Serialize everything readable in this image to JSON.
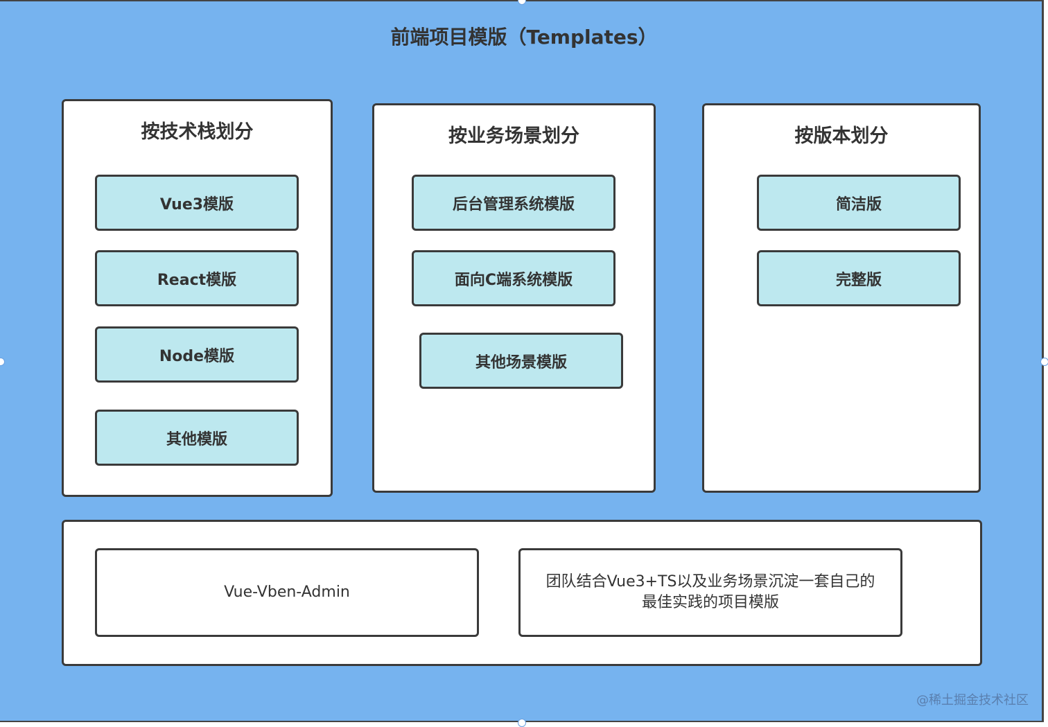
{
  "title": "前端项目模版（Templates）",
  "columns": [
    {
      "title": "按技术栈划分",
      "items": [
        "Vue3模版",
        "React模版",
        "Node模版",
        "其他模版"
      ]
    },
    {
      "title": "按业务场景划分",
      "items": [
        "后台管理系统模版",
        "面向C端系统模版",
        "其他场景模版"
      ]
    },
    {
      "title": "按版本划分",
      "items": [
        "简洁版",
        "完整版"
      ]
    }
  ],
  "bottom": {
    "left": "Vue-Vben-Admin",
    "right_line1": "团队结合Vue3+TS以及业务场景沉淀一套自己的",
    "right_line2": "最佳实践的项目模版"
  },
  "watermark": "@稀土掘金技术社区",
  "colors": {
    "background": "#76b3ef",
    "item_fill": "#bde8ef",
    "border": "#3a3a3a"
  }
}
